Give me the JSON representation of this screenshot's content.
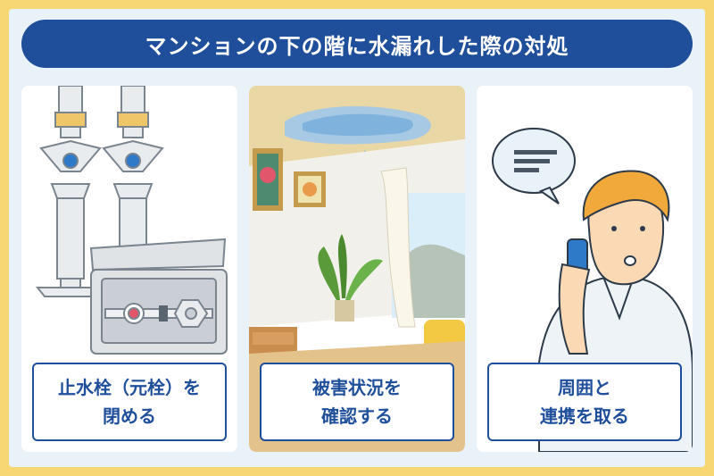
{
  "title": "マンションの下の階に水漏れした際の対処",
  "panels": [
    {
      "line1": "止水栓（元栓）を",
      "line2": "閉める",
      "illustration": "water-valve-illustration"
    },
    {
      "line1": "被害状況を",
      "line2": "確認する",
      "illustration": "ceiling-leak-room-illustration"
    },
    {
      "line1": "周囲と",
      "line2": "連携を取る",
      "illustration": "man-on-phone-illustration"
    }
  ],
  "colors": {
    "accent": "#1f4e9b",
    "border": "#f7d774",
    "background": "#e9f2f9"
  }
}
